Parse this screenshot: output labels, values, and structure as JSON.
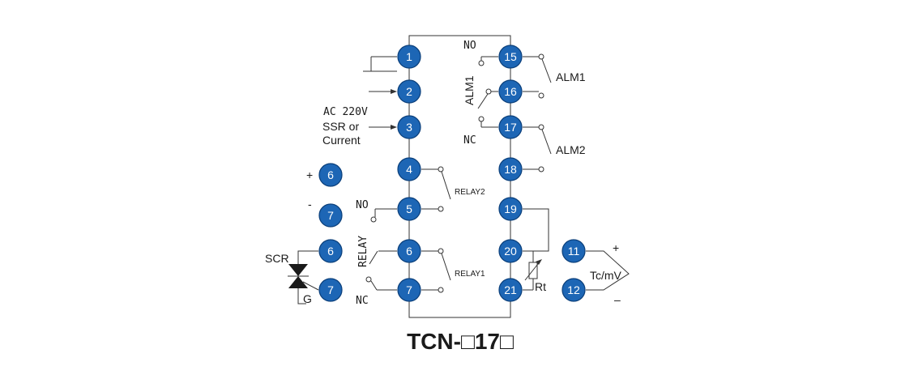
{
  "colors": {
    "terminal": "#1d66b5",
    "terminal_edge": "#0b3f7a",
    "wire": "#333333",
    "text": "#1a1a1a"
  },
  "title": "TCN-□17□",
  "terminals": {
    "t1": "1",
    "t2": "2",
    "t3": "3",
    "t4": "4",
    "t5": "5",
    "t6": "6",
    "t7": "7",
    "t15": "15",
    "t16": "16",
    "t17": "17",
    "t18": "18",
    "t19": "19",
    "t20": "20",
    "t21": "21",
    "side_plus": "6",
    "side_minus": "7",
    "scr_6": "6",
    "scr_7": "7",
    "tc_11": "11",
    "tc_12": "12"
  },
  "labels": {
    "ac_220v": "AC  220V",
    "ssr_or": "SSR or",
    "current": "Current",
    "plus": "+",
    "minus": "-",
    "scr": "SCR",
    "gate": "G",
    "no_relay": "NO",
    "nc_relay": "NC",
    "relay": "RELAY",
    "relay1": "RELAY1",
    "relay2": "RELAY2",
    "no_alm": "NO",
    "nc_alm": "NC",
    "alm1_vertical": "ALM1",
    "alm1": "ALM1",
    "alm2": "ALM2",
    "rt": "Rt",
    "tc_mv": "Tc/mV",
    "tc_plus": "+",
    "tc_minus": "–"
  }
}
